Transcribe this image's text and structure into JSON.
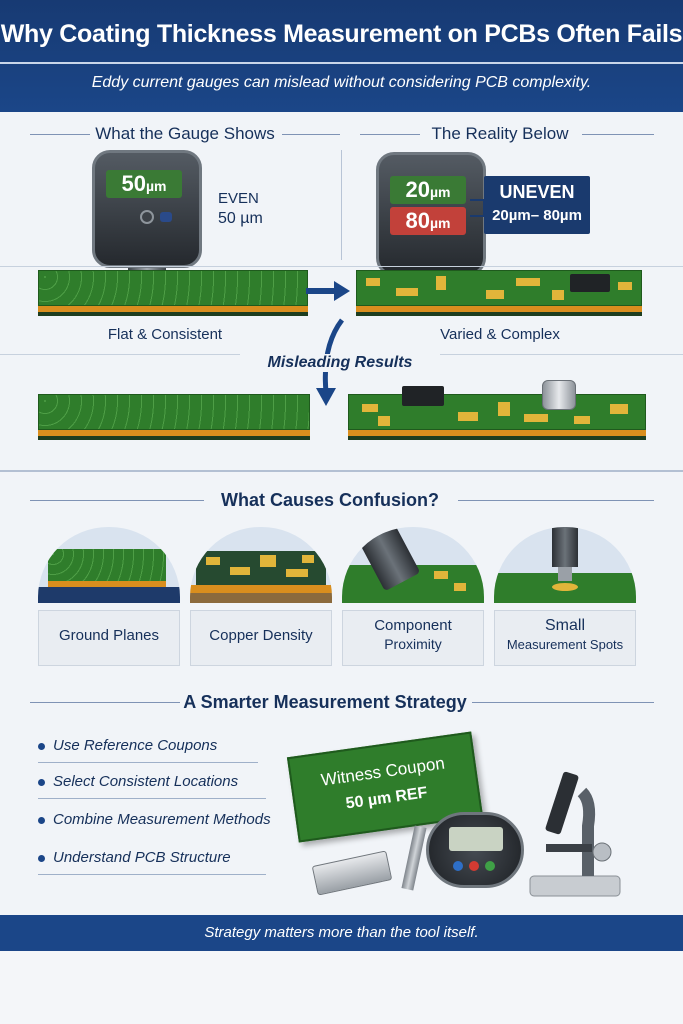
{
  "header": {
    "title": "Why Coating Thickness Measurement on PCBs Often Fails",
    "subtitle": "Eddy current gauges can mislead without considering PCB complexity."
  },
  "comparison": {
    "left_heading": "What the Gauge Shows",
    "right_heading": "The Reality Below",
    "left_reading": {
      "value": "50",
      "unit": "µm"
    },
    "left_label_line1": "EVEN",
    "left_label_line2": "50 µm",
    "right_readings": [
      {
        "value": "20",
        "unit": "µm",
        "color": "#3a7a35"
      },
      {
        "value": "80",
        "unit": "µm",
        "color": "#c2413a"
      }
    ],
    "right_label_line1": "UNEVEN",
    "right_label_line2": "20µm– 80µm",
    "left_caption": "Flat & Consistent",
    "right_caption": "Varied & Complex",
    "center_caption": "Misleading Results"
  },
  "causes": {
    "heading": "What Causes Confusion?",
    "items": [
      {
        "line1": "Ground Planes",
        "line2": ""
      },
      {
        "line1": "Copper Density",
        "line2": ""
      },
      {
        "line1": "Component",
        "line2": "Proximity"
      },
      {
        "line1": "Small",
        "line2": "Measurement Spots"
      }
    ]
  },
  "strategy": {
    "heading": "A Smarter Measurement Strategy",
    "bullets": [
      "Use Reference Coupons",
      "Select Consistent Locations",
      "Combine Measurement Methods",
      "Understand PCB Structure"
    ],
    "coupon_line1": "Witness Coupon",
    "coupon_line2": "50 µm REF"
  },
  "footer": {
    "tagline": "Strategy matters more than the tool itself."
  },
  "colors": {
    "navy": "#1b4688",
    "pcb_green": "#2f7d2b",
    "copper": "#d98e1e",
    "pad_gold": "#e1b53a"
  },
  "icons": [
    "gauge-icon",
    "arrow-right-icon",
    "arrow-down-icon",
    "microscope-icon",
    "caliper-icon",
    "handheld-meter-icon",
    "chip-icon"
  ]
}
